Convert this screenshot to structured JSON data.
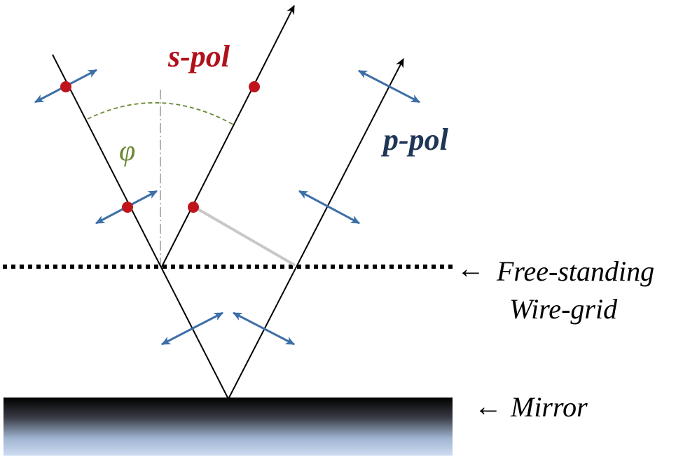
{
  "labels": {
    "s_pol": "s-pol",
    "p_pol": "p-pol",
    "phi": "φ",
    "grid_line1": "Free-standing",
    "grid_line2": "Wire-grid",
    "mirror": "Mirror",
    "arrow_glyph": "←"
  },
  "colors": {
    "s_pol": "#b0121b",
    "p_pol": "#1f3656",
    "phi": "#6a8a35",
    "pol_arrow": "#3d6fa8",
    "dot": "#c0141c",
    "ray": "#000000",
    "normal": "#999999",
    "offset": "#c8c8c8",
    "mirror_top": "#000000",
    "mirror_bottom": "#c8daf0"
  }
}
